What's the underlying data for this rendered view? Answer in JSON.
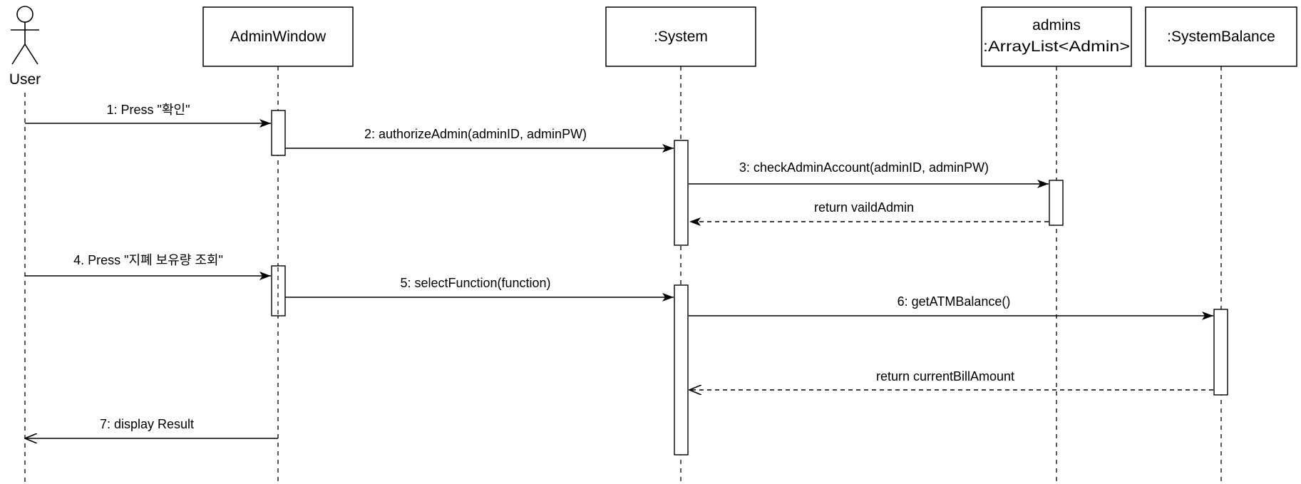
{
  "actor": {
    "name": "User"
  },
  "lifelines": [
    {
      "id": "adminwindow",
      "label": "AdminWindow"
    },
    {
      "id": "system",
      "label": ":System"
    },
    {
      "id": "admins",
      "label_lines": [
        "admins",
        ":ArrayList<Admin>"
      ]
    },
    {
      "id": "systembalance",
      "label": ":SystemBalance"
    }
  ],
  "messages": [
    {
      "label": "1: Press \"확인\"",
      "from": "User",
      "to": "AdminWindow",
      "kind": "sync"
    },
    {
      "label": "2: authorizeAdmin(adminID, adminPW)",
      "from": "AdminWindow",
      "to": ":System",
      "kind": "sync"
    },
    {
      "label": "3: checkAdminAccount(adminID, adminPW)",
      "from": ":System",
      "to": "admins",
      "kind": "sync"
    },
    {
      "label": "return vaildAdmin",
      "from": "admins",
      "to": ":System",
      "kind": "return"
    },
    {
      "label": "4. Press \"지폐 보유량 조회\"",
      "from": "User",
      "to": "AdminWindow",
      "kind": "sync"
    },
    {
      "label": "5: selectFunction(function)",
      "from": "AdminWindow",
      "to": ":System",
      "kind": "sync"
    },
    {
      "label": "6: getATMBalance()",
      "from": ":System",
      "to": ":SystemBalance",
      "kind": "sync"
    },
    {
      "label": "return currentBillAmount",
      "from": ":SystemBalance",
      "to": ":System",
      "kind": "return"
    },
    {
      "label": "7: display Result",
      "from": "AdminWindow",
      "to": "User",
      "kind": "sync"
    }
  ],
  "colors": {
    "line": "#000000",
    "box_fill": "#ffffff",
    "background": "#ffffff"
  }
}
